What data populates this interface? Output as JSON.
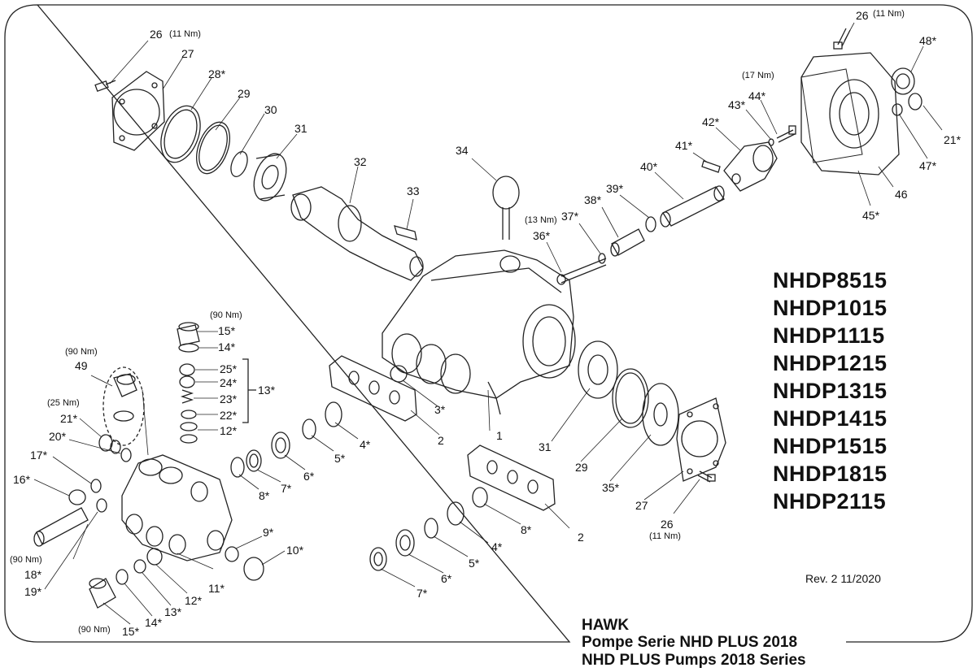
{
  "diagram": {
    "torques": {
      "t26a": "(11 Nm)",
      "t26b": "(11 Nm)",
      "t43": "(17 Nm)",
      "t36": "(13 Nm)",
      "t15a": "(90 Nm)",
      "t49": "(90 Nm)",
      "t21": "(25 Nm)",
      "t18": "(90 Nm)",
      "t15b": "(90 Nm)",
      "t26c": "(11 Nm)"
    },
    "labels": {
      "p26a": "26",
      "p27a": "27",
      "p28": "28*",
      "p29a": "29",
      "p30": "30",
      "p31a": "31",
      "p32": "32",
      "p33": "33",
      "p34": "34",
      "p36": "36*",
      "p37": "37*",
      "p38": "38*",
      "p39": "39*",
      "p40": "40*",
      "p41": "41*",
      "p42": "42*",
      "p43": "43*",
      "p44": "44*",
      "p26b": "26",
      "p48": "48*",
      "p21a": "21*",
      "p47": "47*",
      "p46": "46",
      "p45": "45*",
      "p15a": "15*",
      "p14a": "14*",
      "p25": "25*",
      "p24": "24*",
      "p23": "23*",
      "p22": "22*",
      "p12a": "12*",
      "p13a": "13*",
      "p49": "49",
      "p21b": "21*",
      "p20": "20*",
      "p17": "17*",
      "p16": "16*",
      "p18": "18*",
      "p19": "19*",
      "p11": "11*",
      "p9": "9*",
      "p10": "10*",
      "p12b": "12*",
      "p13b": "13*",
      "p14b": "14*",
      "p15b": "15*",
      "p8a": "8*",
      "p7a": "7*",
      "p6a": "6*",
      "p5a": "5*",
      "p4a": "4*",
      "p3": "3*",
      "p2a": "2",
      "p1": "1",
      "p31b": "31",
      "p29b": "29",
      "p35": "35*",
      "p27b": "27",
      "p26c": "26",
      "p8b": "8*",
      "p4b": "4*",
      "p2b": "2",
      "p5b": "5*",
      "p6b": "6*",
      "p7b": "7*"
    },
    "models": [
      "NHDP8515",
      "NHDP1015",
      "NHDP1115",
      "NHDP1215",
      "NHDP1315",
      "NHDP1415",
      "NHDP1515",
      "NHDP1815",
      "NHDP2115"
    ],
    "revision": "Rev. 2 11/2020",
    "title": {
      "brand": "HAWK",
      "line1": "Pompe Serie NHD PLUS 2018",
      "line2": "NHD PLUS Pumps 2018 Series"
    }
  }
}
